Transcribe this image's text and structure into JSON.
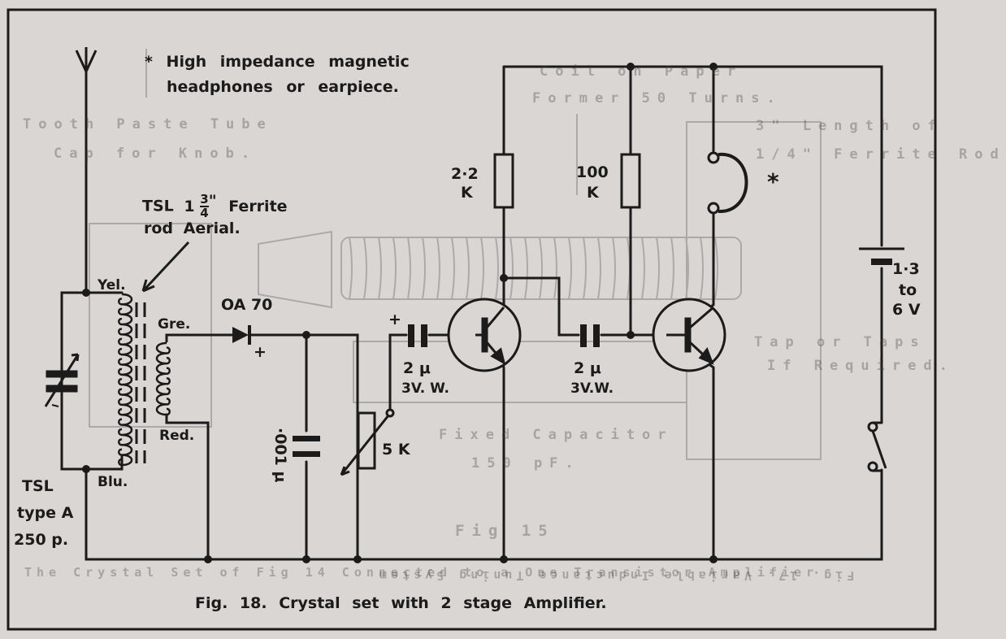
{
  "note": {
    "line1": "* High impedance magnetic",
    "line2": "headphones or earpiece."
  },
  "ferrite": {
    "line1_prefix": "TSL",
    "fraction_whole": "1",
    "fraction_num": "3",
    "fraction_den": "4",
    "inch_mark": "\"",
    "line1_suffix": "Ferrite",
    "line2": "rod Aerial."
  },
  "coil_taps": {
    "yel": "Yel.",
    "gre": "Gre.",
    "red": "Red.",
    "blu": "Blu."
  },
  "capacitor_tuning": {
    "line1": "TSL",
    "line2": "type A",
    "line3": "250 p."
  },
  "diode": {
    "name": "OA 70",
    "plus": "+"
  },
  "cap_001": "·001 μ",
  "pot": "5 K",
  "c1": {
    "plus": "+",
    "value": "2 μ",
    "rating": "3V. W."
  },
  "c2": {
    "value": "2 μ",
    "rating": "3V.W."
  },
  "r1": {
    "value": "2·2",
    "unit": "K"
  },
  "r2": {
    "value": "100",
    "unit": "K"
  },
  "asterisk": "*",
  "battery": {
    "line1": "1·3",
    "line2": "to",
    "line3": "6 V"
  },
  "caption": "Fig. 18. Crystal set with 2 stage Amplifier.",
  "bleed_text": {
    "coil_on_paper": "Coil on Paper",
    "former": "Former 50 Turns.",
    "tooth_paste": "Tooth Paste Tube",
    "cap_knob": "Cap for Knob.",
    "length_of": "3\" Length of",
    "ferrite_rod": "1/4\" Ferrite Rod",
    "tap_or_taps": "Tap or Taps",
    "if_required": "If Required.",
    "fixed_capacitor": "Fixed Capacitor",
    "pf": "150 pF.",
    "fig15": "Fig 15",
    "crystal_set_fig14": "The Crystal Set of Fig 14 Connected to a One Transistor Amplifier",
    "fig17": "Fig. 17. Variable Inductance Tuning System"
  },
  "colors": {
    "ink": "#1b1b1b",
    "paper": "#d9d6d3",
    "bleed": "#7a7a7a"
  }
}
